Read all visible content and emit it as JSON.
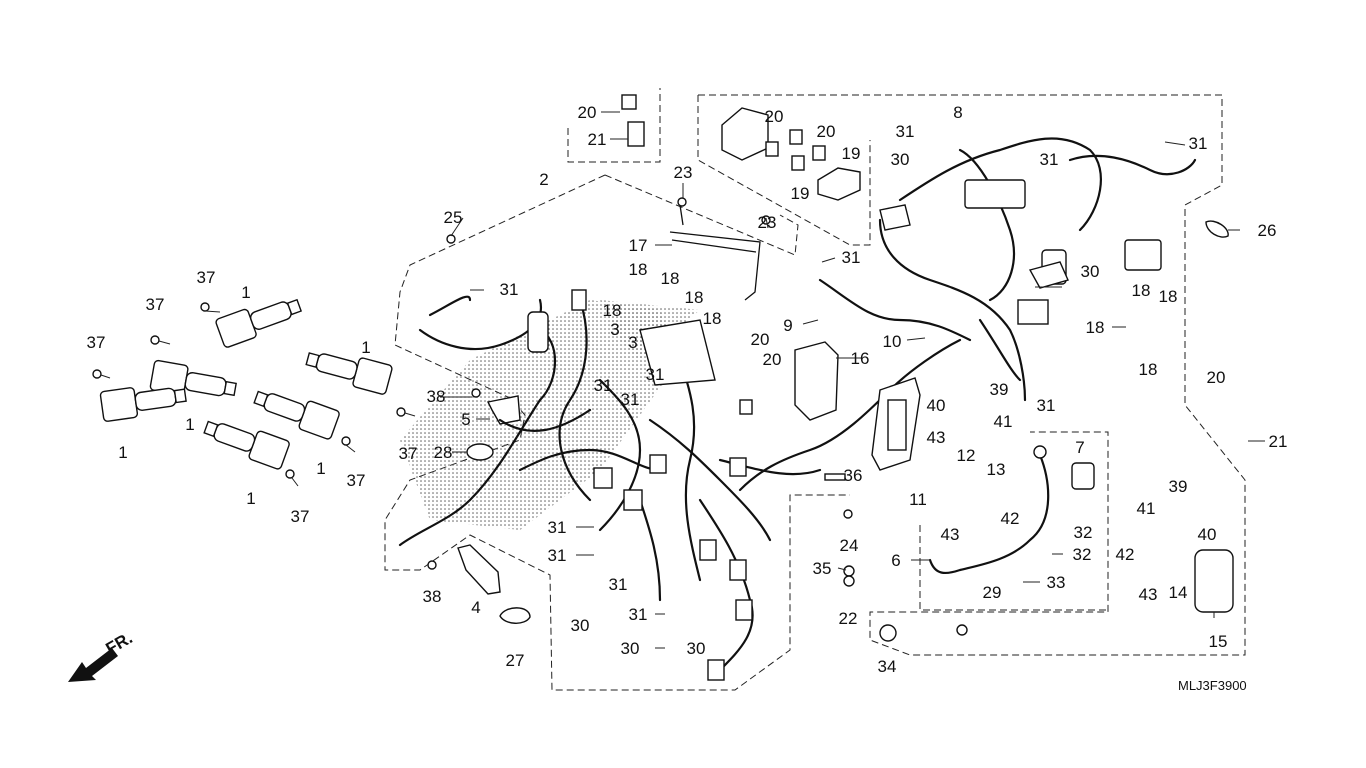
{
  "diagram": {
    "code": "MLJ3F3900",
    "front_marker": "FR.",
    "callouts": {
      "c1a": "1",
      "c1b": "1",
      "c1c": "1",
      "c1d": "1",
      "c1e": "1",
      "c1f": "1",
      "c2": "2",
      "c3a": "3",
      "c3b": "3",
      "c4": "4",
      "c5": "5",
      "c6": "6",
      "c7": "7",
      "c8": "8",
      "c9": "9",
      "c10": "10",
      "c11": "11",
      "c12": "12",
      "c13": "13",
      "c14": "14",
      "c15": "15",
      "c16": "16",
      "c17": "17",
      "c18a": "18",
      "c18b": "18",
      "c18c": "18",
      "c18d": "18",
      "c18e": "18",
      "c18f": "18",
      "c18g": "18",
      "c18h": "18",
      "c18i": "18",
      "c19a": "19",
      "c19b": "19",
      "c20a": "20",
      "c20b": "20",
      "c20c": "20",
      "c20d": "20",
      "c20e": "20",
      "c20f": "20",
      "c21a": "21",
      "c21b": "21",
      "c22": "22",
      "c23a": "23",
      "c23b": "23",
      "c24": "24",
      "c25": "25",
      "c26": "26",
      "c27": "27",
      "c28": "28",
      "c29": "29",
      "c30a": "30",
      "c30b": "30",
      "c30c": "30",
      "c30d": "30",
      "c30e": "30",
      "c31a": "31",
      "c31b": "31",
      "c31c": "31",
      "c31d": "31",
      "c31e": "31",
      "c31f": "31",
      "c31g": "31",
      "c31h": "31",
      "c31i": "31",
      "c31j": "31",
      "c31k": "31",
      "c31l": "31",
      "c32a": "32",
      "c32b": "32",
      "c33": "33",
      "c34": "34",
      "c35": "35",
      "c36": "36",
      "c37a": "37",
      "c37b": "37",
      "c37c": "37",
      "c37d": "37",
      "c37e": "37",
      "c38a": "38",
      "c38b": "38",
      "c39a": "39",
      "c39b": "39",
      "c40a": "40",
      "c40b": "40",
      "c41a": "41",
      "c41b": "41",
      "c42a": "42",
      "c42b": "42",
      "c43a": "43",
      "c43b": "43",
      "c43c": "43"
    }
  }
}
